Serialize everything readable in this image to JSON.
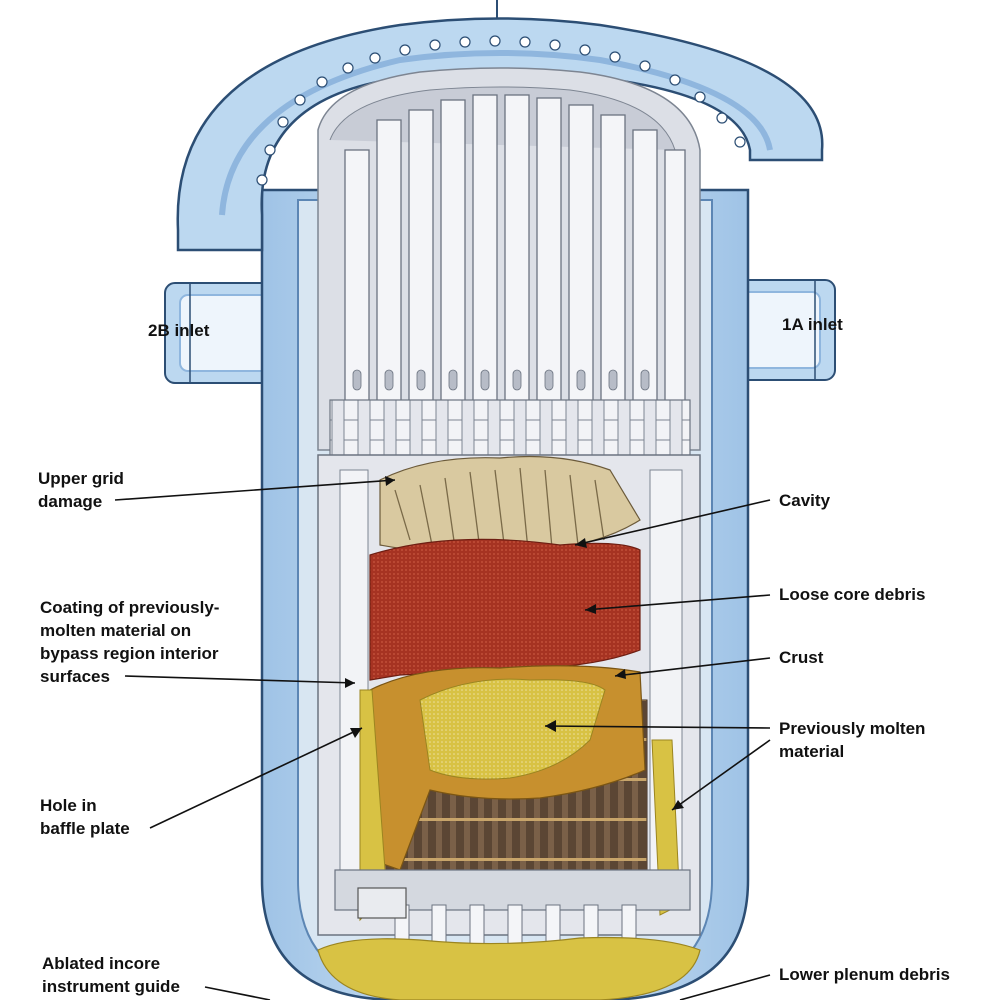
{
  "colors": {
    "vessel": "#bcd8f0",
    "vessel_dark": "#8fb6de",
    "vessel_outline": "#2c4e74",
    "internals": "#dcdfe6",
    "internals_dark": "#9aa2b0",
    "loose_debris": "#a63322",
    "molten": "#d8c244",
    "molten_light": "#eadb83",
    "crust": "#c7902e",
    "fuel_rods": "#5b4634",
    "upper_damage": "#d9c9a0",
    "cavity_dark": "#3a2a1f",
    "leader": "#111111"
  },
  "labels": {
    "inlet_2b": [
      "2B inlet"
    ],
    "inlet_1a": [
      "1A inlet"
    ],
    "upper_grid": [
      "Upper grid",
      "damage"
    ],
    "cavity": [
      "Cavity"
    ],
    "loose_debris": [
      "Loose core debris"
    ],
    "coating": [
      "Coating of previously-",
      "molten material on",
      "bypass region interior",
      "surfaces"
    ],
    "crust": [
      "Crust"
    ],
    "molten": [
      "Previously molten",
      "material"
    ],
    "hole": [
      "Hole in",
      "baffle plate"
    ],
    "ablated": [
      "Ablated incore",
      "instrument guide"
    ],
    "lower_plenum": [
      "Lower plenum debris"
    ]
  }
}
